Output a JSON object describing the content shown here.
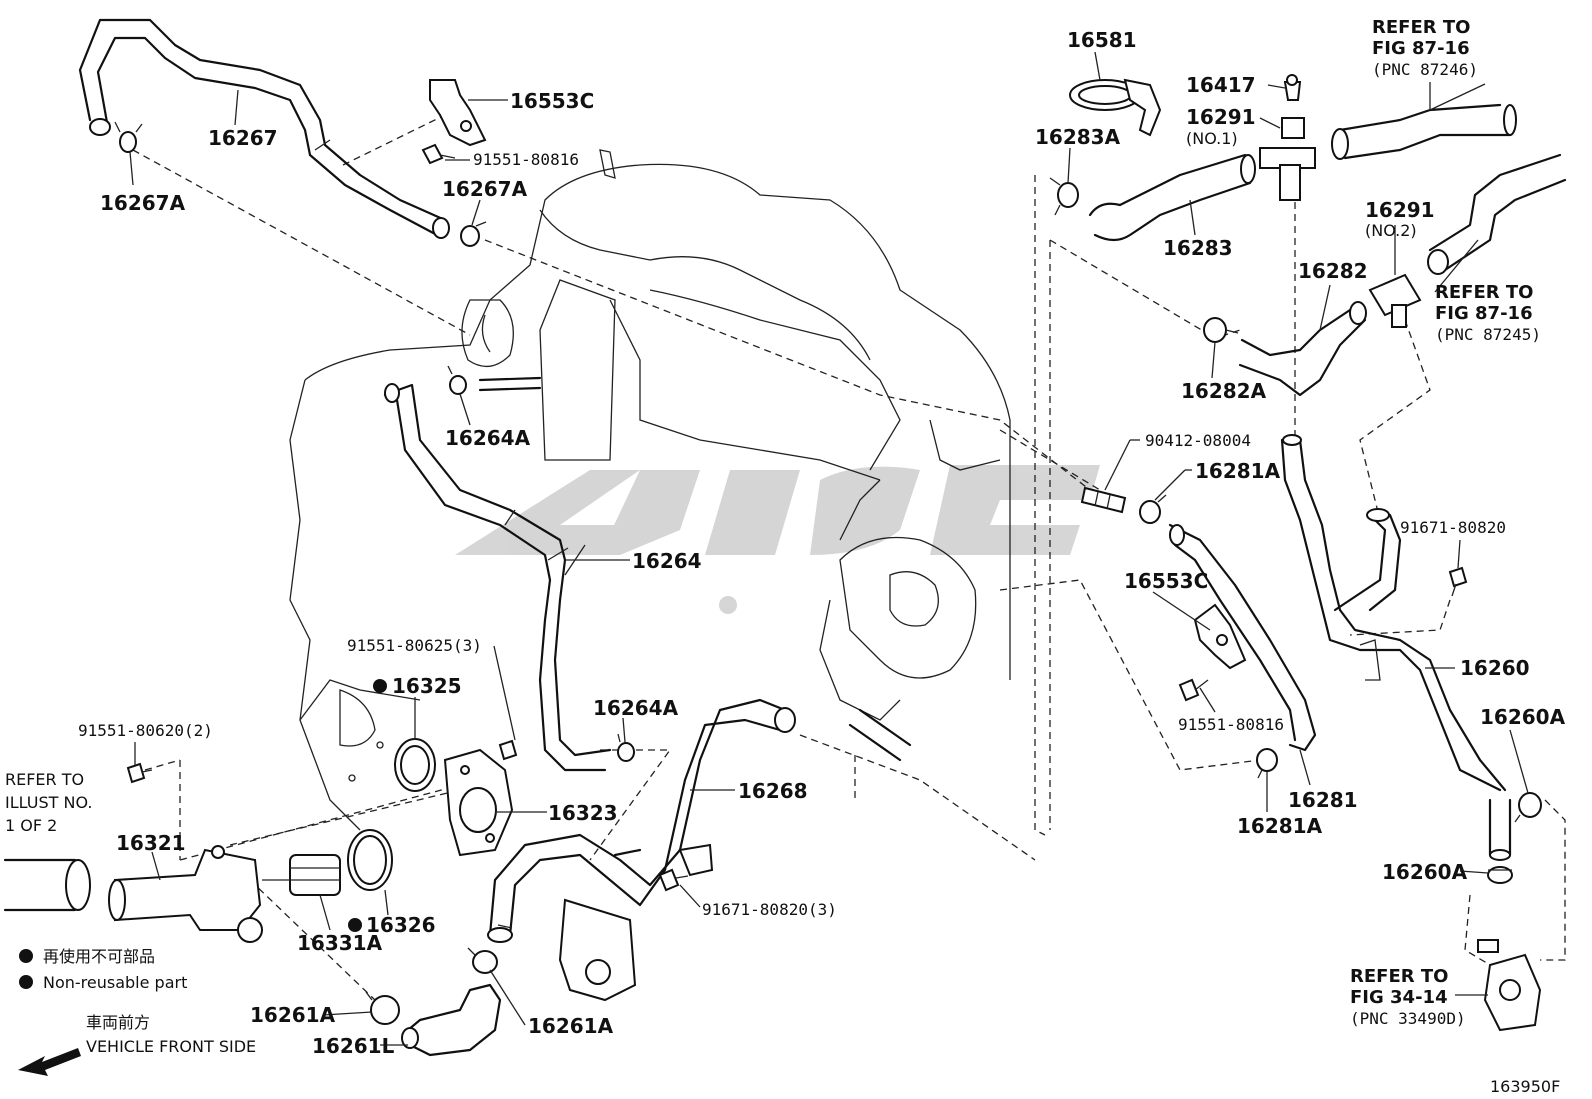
{
  "watermark": {
    "color": "#c8c8c8",
    "opacity": 0.7
  },
  "colors": {
    "ink": "#111111",
    "background": "#ffffff"
  },
  "part_labels": {
    "p16267": "16267",
    "p16267A_left": "16267A",
    "p16553C_top": "16553C",
    "p91551_80816_top": "91551-80816",
    "p16267A_mid": "16267A",
    "p16264A_upper": "16264A",
    "p16264": "16264",
    "p91551_80625": "91551-80625(3)",
    "p16325": "16325",
    "p91551_80620": "91551-80620(2)",
    "p16323": "16323",
    "p16321": "16321",
    "p16326": "16326",
    "p16331A": "16331A",
    "p16261A_left": "16261A",
    "p16261L": "16261L",
    "p16261A_right": "16261A",
    "p16268": "16268",
    "p91671_80820_3": "91671-80820(3)",
    "p16264A_lower": "16264A",
    "p16581": "16581",
    "p16417": "16417",
    "p16291_no1": "16291",
    "p16291_no1_sub": "(NO.1)",
    "p16283A": "16283A",
    "p16283": "16283",
    "p16291_no2": "16291",
    "p16291_no2_sub": "(NO.2)",
    "p16282": "16282",
    "p16282A": "16282A",
    "p90412_08004": "90412-08004",
    "p16281A_upper": "16281A",
    "p91671_80820": "91671-80820",
    "p16553C_right": "16553C",
    "p91551_80816_right": "91551-80816",
    "p16260": "16260",
    "p16260A_upper": "16260A",
    "p16281": "16281",
    "p16281A_lower": "16281A",
    "p16260A_lower": "16260A"
  },
  "references": {
    "ref_87_16_top": [
      "REFER TO",
      "FIG 87-16",
      "(PNC 87246)"
    ],
    "ref_87_16_mid": [
      "REFER TO",
      "FIG 87-16",
      "(PNC 87245)"
    ],
    "ref_illust": [
      "REFER TO",
      "ILLUST NO.",
      "1 OF 2"
    ],
    "ref_34_14": [
      "REFER TO",
      "FIG 34-14",
      "(PNC 33490D)"
    ]
  },
  "legend": {
    "item_jp": "再使用不可部品",
    "item_en": "Non-reusable part"
  },
  "direction": {
    "jp": "車両前方",
    "en": "VEHICLE FRONT SIDE"
  },
  "figure_number": "163950F"
}
